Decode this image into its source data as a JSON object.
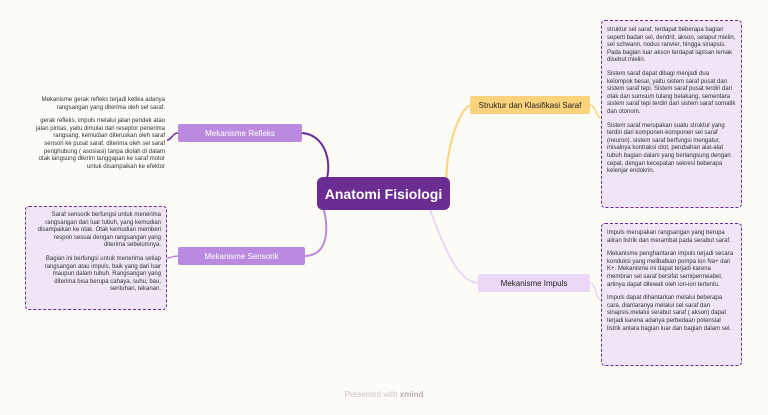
{
  "central": "Anatomi Fisiologi",
  "topics": {
    "struktur": "Struktur dan Klasifikasi Saraf",
    "impuls": "Mekanisme Impuls",
    "refleks": "Mekanisme Refleks",
    "sensorik": "Mekanisme Sensorik"
  },
  "notes": {
    "struktur": [
      "struktur sel saraf, terdapat beberapa bagian seperti badan sel, dendrit, akson, selaput mielin, sel schwann, nodus ranvier, hingga sinapsis. Pada bagian luar akson terdapat lapisan lemak disebut mielin.",
      "Sistem saraf dapat dibagi menjadi dua kelompok besar, yaitu sistem saraf pusat dan sistem saraf tepi. Sistem saraf pusat terdiri dari otak dan sumsum tulang belakang, sementara sistem saraf tepi terdiri dari sistem saraf somatik dan otonom.",
      "Sistem saraf merupakan suatu struktur yang terdiri dari komponen-komponen sel saraf (neuron). sistem saraf berfungsi mengatur, misalnya kontraksi otot, perubahan alat-alat tubuh bagian dalam yang berlangsung dengan cepat, dengan kecepatan sekresi beberapa kelenjar endokrin."
    ],
    "impuls": [
      "Impuls merupakan rangsangan yang berupa aliran listrik dan merambat pada serabut saraf.",
      "Mekanisme penghantaran impuls terjadi secara konduksi yang melibatkan pompa ion Na+ dan K+. Mekanisme ini dapat terjadi karena membran sel saraf bersifat semipermeabel, artinya dapat dilewati oleh ion-ion tertentu.",
      "Impuls dapat dihantarkan melalui beberapa cara, diantaranya melalui sel saraf dan sinapsis.melalui serabut saraf ( akson) dapat terjadi karena adanya perbedaan potensial listrik antara bagian luar dan bagian dalam sel."
    ],
    "refleks": [
      "Mekanisme gerak refleks terjadi ketika adanya rangsangan yang diterima oleh sel saraf.",
      "gerak refleks, impuls melalui jalan pendek atau jalan pintas, yaitu dimulai dari reseptor penerima rangsang, kemudian diteruskan oleh saraf sensori ke pusat saraf, diterima oleh sel saraf penghubung ( asosiasi) tanpa diolah di dalam otak langsung dikirim tanggapan ke saraf motor untuk disampaikan ke efektor"
    ],
    "sensorik": [
      "Saraf sensorik berfungsi untuk menerima rangsangan dari luar tubuh, yang kemudian disampaikan ke otak. Otak kemudian memberi respon sesuai dengan rangsangan yang diterima sebelumnya.",
      "Bagian ini berfungsi untuk menerima setiap rangsangan atau impuls, baik yang dari luar maupun dalam tubuh. Rangsangan yang diterima bisa berupa cahaya, suhu, bau, sentuhan, tekanan."
    ]
  },
  "footer": {
    "prefix": "Presented with",
    "brand": "xmind"
  },
  "colors": {
    "central": "#6b2d91",
    "branch_yellow": "#fbd37d",
    "branch_purple": "#bb8ae0",
    "branch_lavender": "#ead8f6"
  }
}
